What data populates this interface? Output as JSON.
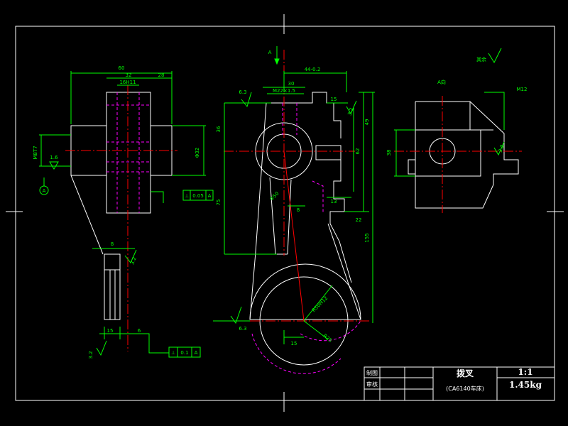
{
  "colors": {
    "background": "#000000",
    "outline": "#ffffff",
    "dimension": "#00ff00",
    "centerline": "#ff0000",
    "hidden": "#ff00ff"
  },
  "labels": {
    "view_arrow_a": "A",
    "datum_a": "A",
    "view_a_title": "A向",
    "roughness_rest": "其余"
  },
  "left_view": {
    "dim_60": "60",
    "dim_32": "32",
    "dim_28": "28",
    "dim_16h11": "16H11",
    "dim_m8": "M8T7",
    "roughness_16": "1.6",
    "dim_phi32": "Φ32",
    "flatness_sym": "⊥",
    "flatness_value": "0.05",
    "flatness_datum": "A",
    "dim_8": "8",
    "roughness_32": "3.2",
    "dim_15": "15",
    "dim_6": "6",
    "roughness_32b": "3.2",
    "perp_sym": "⊥",
    "perp_value": "0.1",
    "perp_datum": "A"
  },
  "main_view": {
    "dim_44": "44-0.2",
    "dim_30": "30",
    "dim_m22x15": "M22×1.5",
    "roughness_63": "6.3",
    "dim_15": "15",
    "roughness_32a": "3.2",
    "dim_36": "36",
    "dim_49": "49",
    "dim_62": "62",
    "dim_75": "75",
    "dim_phi50": "Φ50",
    "dim_13": "13",
    "dim_8": "8",
    "dim_22": "22",
    "dim_155": "155",
    "dim_r50h12": "R50H12",
    "dim_r25": "R25",
    "dim_15b": "15",
    "roughness_63b": "6.3"
  },
  "right_view": {
    "dim_m12": "M12",
    "dim_38": "38",
    "roughness_32": "3.2"
  },
  "title_block": {
    "drawn_label": "制图",
    "checked_label": "审核",
    "part_name": "拨叉",
    "part_subtitle": "(CA6140车床)",
    "scale": "1:1",
    "weight": "1.45kg"
  }
}
